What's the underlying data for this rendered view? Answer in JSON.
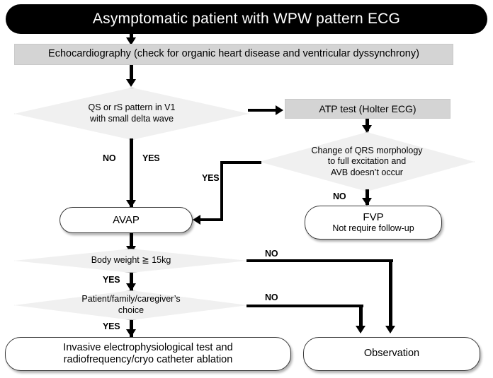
{
  "diagram": {
    "title": "Asymptomatic patient with WPW pattern ECG",
    "nodes": {
      "echocardiography": "Echocardiography (check for organic heart disease and ventricular dyssynchrony)",
      "decision_qs_line1": "QS or rS pattern in V1",
      "decision_qs_line2": "with small delta wave",
      "atp_test": "ATP test (Holter ECG)",
      "decision_qrs_line1": "Change of QRS morphology",
      "decision_qrs_line2": "to full excitation and",
      "decision_qrs_line3": "AVB doesn’t  occur",
      "avap": "AVAP",
      "fvp_line1": "FVP",
      "fvp_line2": "Not require follow-up",
      "decision_weight": "Body weight ≧ 15kg",
      "decision_choice_line1": "Patient/family/caregiver’s",
      "decision_choice_line2": "choice",
      "invasive_line1": "Invasive electrophysiological test and",
      "invasive_line2": "radiofrequency/cryo catheter ablation",
      "observation": "Observation"
    },
    "edge_labels": {
      "qs_no": "NO",
      "qs_yes": "YES",
      "qrs_yes": "YES",
      "qrs_no": "NO",
      "weight_yes": "YES",
      "weight_no": "NO",
      "choice_yes": "YES",
      "choice_no": "NO"
    },
    "colors": {
      "banner_bg": "#000000",
      "banner_text": "#ffffff",
      "process_bg": "#d4d4d4",
      "diamond_bg": "#f0f0f0",
      "diamond_border": "#a9a9a9",
      "line": "#000000",
      "page_bg": "#ffffff"
    }
  }
}
